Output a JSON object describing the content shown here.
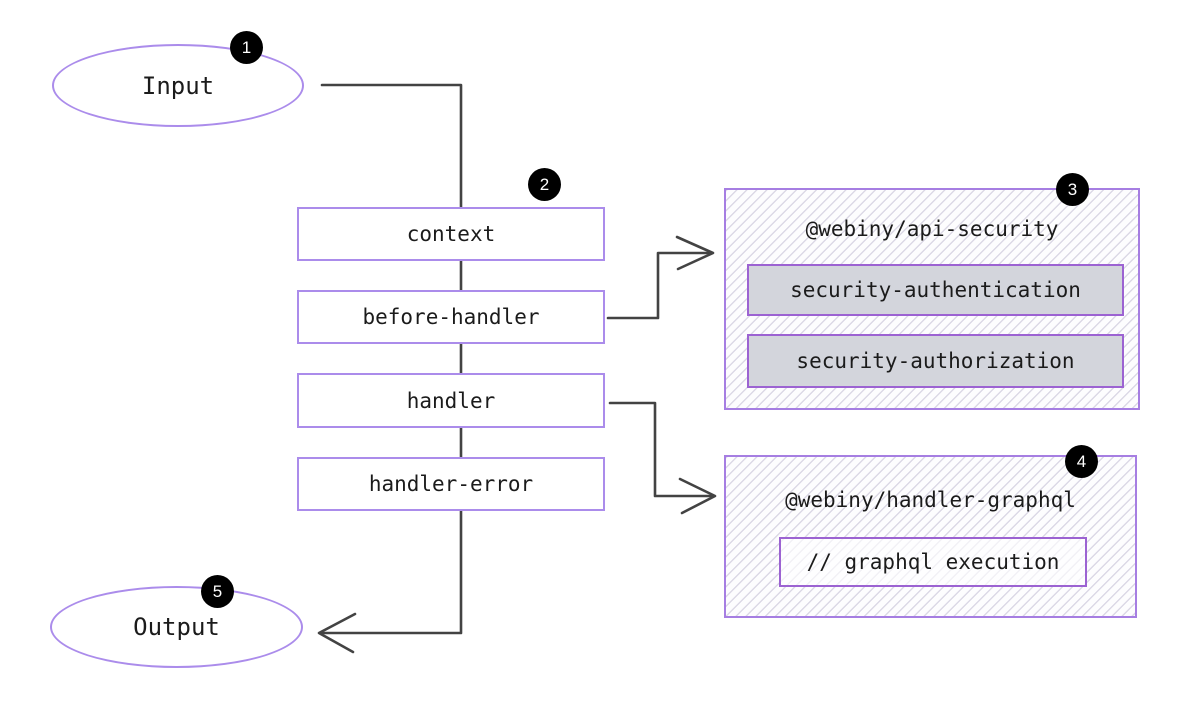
{
  "nodes": {
    "input": {
      "label": "Input",
      "badge": "1"
    },
    "flow": {
      "badge": "2",
      "items": [
        "context",
        "before-handler",
        "handler",
        "handler-error"
      ]
    },
    "api_security": {
      "badge": "3",
      "title": "@webiny/api-security",
      "plugins": [
        "security-authentication",
        "security-authorization"
      ]
    },
    "handler_graphql": {
      "badge": "4",
      "title": "@webiny/handler-graphql",
      "note": "// graphql execution"
    },
    "output": {
      "label": "Output",
      "badge": "5"
    }
  },
  "colors": {
    "border_purple": "#ab8ceb",
    "container_border": "#a67ee2",
    "inner_border": "#9c63d2",
    "inner_fill": "#d3d5dc",
    "line": "#434343",
    "badge_bg": "#000000",
    "badge_text": "#ffffff",
    "hatch_line": "#dcd9e6",
    "text": "#1b1b1b",
    "background": "#ffffff"
  }
}
